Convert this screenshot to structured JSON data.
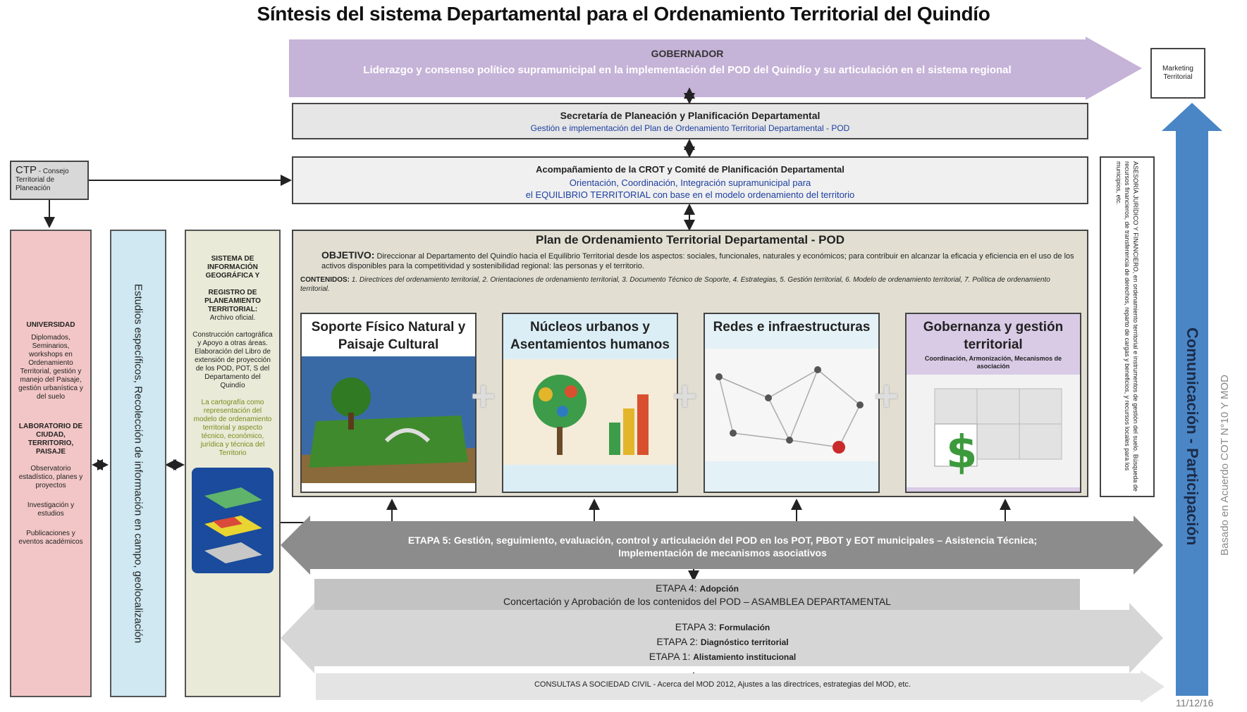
{
  "title": "Síntesis del sistema Departamental para el Ordenamiento Territorial del Quindío",
  "colors": {
    "governor": "#c6b3d8",
    "gray_box": "#e6e6e6",
    "university": "#f2c6c6",
    "studies": "#cfe8f2",
    "sig": "#e9ead7",
    "comm": "#4a86c5",
    "stage5": "#8c8c8c",
    "stage4": "#c3c3c3",
    "stage3": "#d6d6d6",
    "consult": "#e4e4e4"
  },
  "governor": {
    "heading": "GOBERNADOR",
    "text": "Liderazgo y consenso político supramunicipal en la implementación del POD del Quindío y su articulación en el sistema regional"
  },
  "marketing": {
    "label": "Marketing Territorial"
  },
  "secretaria": {
    "heading": "Secretaría de Planeación y Planificación Departamental",
    "text": "Gestión e implementación del Plan de Ordenamiento Territorial Departamental - POD"
  },
  "crot": {
    "heading": "Acompañamiento de la CROT  y Comité de Planificación Departamental",
    "line1": "Orientación, Coordinación, Integración supramunicipal para",
    "line2": "el EQUILIBRIO TERRITORIAL con base en el modelo ordenamiento del territorio"
  },
  "ctp": {
    "label": "CTP",
    "text": "- Consejo Territorial de Planeación"
  },
  "university": {
    "heading1": "UNIVERSIDAD",
    "text1": "Diplomados, Seminarios, workshops en Ordenamiento Territorial, gestión y manejo del Paisaje, gestión urbanística y del suelo",
    "heading2": "LABORATORIO DE CIUDAD, TERRITORIO, PAISAJE",
    "text2": "Observatorio estadístico, planes y proyectos",
    "text3": "Investigación y estudios",
    "text4": "Publicaciones y eventos académicos"
  },
  "studies": {
    "label": "Estudios específicos, Recolección de información en campo, geolocalización"
  },
  "sig": {
    "heading1": "SISTEMA DE INFORMACIÓN GEOGRÁFICA Y",
    "heading2": "REGISTRO DE PLANEAMIENTO TERRITORIAL:",
    "text1": "Archivo oficial.",
    "text2": "Construcción cartográfica y Apoyo a otras áreas. Elaboración del Libro de extensión de proyección de los POD, POT, S del Departamento del Quindío",
    "text3": "La cartografía como representación del modelo de ordenamiento territorial y aspecto técnico, económico, jurídica y técnica del Territorio"
  },
  "pod": {
    "heading": "Plan de Ordenamiento Territorial Departamental - POD",
    "objective_label": "OBJETIVO:",
    "objective_text": "Direccionar al Departamento del Quindío hacia el Equilibrio Territorial desde los aspectos: sociales, funcionales, naturales y económicos; para contribuir en alcanzar la eficacia y eficiencia en el uso de los activos disponibles para la competitividad y sostenibilidad regional: las personas y el territorio.",
    "contents_label": "CONTENIDOS:",
    "contents_text": "1. Directrices del ordenamiento territorial, 2. Orientaciones de ordenamiento territorial, 3. Documento Técnico de Soporte, 4. Estrategias, 5. Gestión territorial, 6. Modelo de ordenamiento territorial, 7. Política de ordenamiento territorial.",
    "tiles": [
      {
        "title": "Soporte Físico Natural y Paisaje Cultural",
        "subtitle": ""
      },
      {
        "title": "Núcleos urbanos y Asentamientos humanos",
        "subtitle": ""
      },
      {
        "title": "Redes e infraestructuras",
        "subtitle": ""
      },
      {
        "title": "Gobernanza y gestión territorial",
        "subtitle": "Coordinación, Armonización, Mecanismos de asociación"
      }
    ]
  },
  "support": {
    "text": "ASESORÍA JURÍDICO Y FINANCIERO, en ordenamiento territorial e instrumentos de gestión del suelo. Búsqueda de recursos financieros, de transferencia de derechos, reparto de cargas y beneficios, y recursos locales para los municipios, etc."
  },
  "communication": {
    "label": "Comunicación - Participación"
  },
  "side_note": {
    "label": "Basado en Acuerdo COT N°10 Y MOD"
  },
  "stage5": {
    "line1": "ETAPA 5: Gestión, seguimiento, evaluación, control y articulación del POD en los  POT, PBOT y EOT municipales – Asistencia Técnica;",
    "line2": "Implementación de mecanismos asociativos"
  },
  "stage4": {
    "label": "ETAPA 4: ",
    "name": "Adopción",
    "text": "Concertación y Aprobación de los contenidos del POD – ASAMBLEA DEPARTAMENTAL"
  },
  "stage3": {
    "l3": "ETAPA 3: ",
    "n3": "Formulación",
    "l2": "ETAPA 2: ",
    "n2": "Diagnóstico territorial",
    "l1": "ETAPA 1: ",
    "n1": "Alistamiento institucional"
  },
  "consult": {
    "label": "CONSULTAS A SOCIEDAD CIVIL",
    "text": " - Acerca del MOD 2012, Ajustes a las directrices, estrategias del MOD, etc."
  },
  "date": {
    "label": "11/12/16"
  }
}
